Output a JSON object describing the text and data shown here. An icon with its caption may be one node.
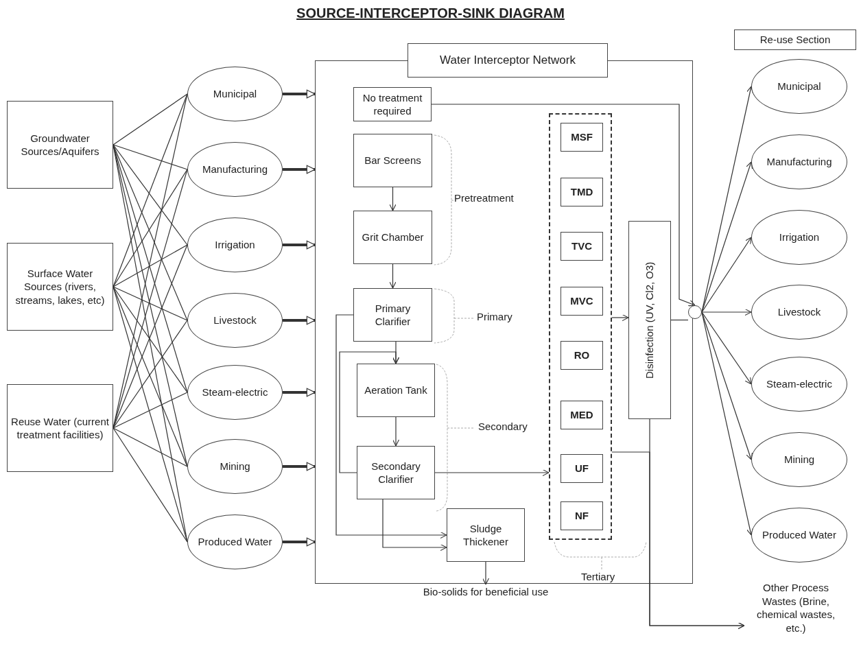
{
  "diagram": {
    "title": "SOURCE-INTERCEPTOR-SINK DIAGRAM",
    "nodes": [
      {
        "text": [
          "Groundwater Sources/Aquifers"
        ]
      },
      {
        "text": [
          "Surface Water Sources (rivers, streams, lakes, etc)"
        ]
      },
      {
        "text": [
          "Reuse Water (current treatment facilities)"
        ]
      },
      {
        "text": [
          "Municipal"
        ]
      },
      {
        "text": [
          "Manufacturing"
        ]
      },
      {
        "text": [
          "Irrigation"
        ]
      },
      {
        "text": [
          "Livestock"
        ]
      },
      {
        "text": [
          "Steam-electric"
        ]
      },
      {
        "text": [
          "Mining"
        ]
      },
      {
        "text": [
          "Produced Water"
        ]
      },
      {
        "text": [
          "Water Interceptor Network"
        ]
      },
      {
        "text": [
          "No treatment required"
        ],
        "in": 10
      },
      {
        "text": [
          "Bar Screens"
        ],
        "in": 10
      },
      {
        "text": [
          "Grit Chamber"
        ],
        "in": 10
      },
      {
        "text": [
          "Primary Clarifier"
        ],
        "in": 10
      },
      {
        "text": [
          "Aeration Tank"
        ],
        "in": 10
      },
      {
        "text": [
          "Secondary Clarifier"
        ],
        "in": 10
      },
      {
        "text": [
          "Sludge Thickener"
        ],
        "in": 10
      },
      {
        "text": [],
        "shape": "box",
        "in": 10
      },
      {
        "text": [
          "MSF"
        ],
        "in": 18
      },
      {
        "text": [
          "TMD"
        ],
        "in": 18
      },
      {
        "text": [
          "TVC"
        ],
        "in": 18
      },
      {
        "text": [
          "MVC"
        ],
        "in": 18
      },
      {
        "text": [
          "RO"
        ],
        "in": 18
      },
      {
        "text": [
          "MED"
        ],
        "in": 18
      },
      {
        "text": [
          "UF"
        ],
        "in": 18
      },
      {
        "text": [
          "NF"
        ],
        "in": 18
      },
      {
        "text": [
          "Disinfection (UV, Cl2, O3)"
        ],
        "in": 10
      },
      {
        "text": [],
        "shape": "circle"
      },
      {
        "text": [
          "Re-use Section"
        ]
      },
      {
        "text": [
          "Municipal"
        ]
      },
      {
        "text": [
          "Manufacturing"
        ]
      },
      {
        "text": [
          "Irrigation"
        ]
      },
      {
        "text": [
          "Livestock"
        ]
      },
      {
        "text": [
          "Steam-electric"
        ]
      },
      {
        "text": [
          "Mining"
        ]
      },
      {
        "text": [
          "Produced Water"
        ]
      },
      {
        "text": [
          "Bio-solids for beneficial use"
        ]
      },
      {
        "text": [
          "Other Process Wastes (Brine, chemical wastes, etc.)"
        ]
      }
    ],
    "edges": [
      {
        "from": 0,
        "to": 3,
        "arrow": "none"
      },
      {
        "from": 0,
        "to": 4,
        "arrow": "none"
      },
      {
        "from": 0,
        "to": 5,
        "arrow": "none"
      },
      {
        "from": 0,
        "to": 6,
        "arrow": "none"
      },
      {
        "from": 0,
        "to": 7,
        "arrow": "none"
      },
      {
        "from": 0,
        "to": 8,
        "arrow": "none"
      },
      {
        "from": 0,
        "to": 9,
        "arrow": "none"
      },
      {
        "from": 1,
        "to": 3,
        "arrow": "none"
      },
      {
        "from": 1,
        "to": 4,
        "arrow": "none"
      },
      {
        "from": 1,
        "to": 5,
        "arrow": "none"
      },
      {
        "from": 1,
        "to": 6,
        "arrow": "none"
      },
      {
        "from": 1,
        "to": 7,
        "arrow": "none"
      },
      {
        "from": 1,
        "to": 8,
        "arrow": "none"
      },
      {
        "from": 1,
        "to": 9,
        "arrow": "none"
      },
      {
        "from": 2,
        "to": 3,
        "arrow": "none"
      },
      {
        "from": 2,
        "to": 4,
        "arrow": "none"
      },
      {
        "from": 2,
        "to": 5,
        "arrow": "none"
      },
      {
        "from": 2,
        "to": 6,
        "arrow": "none"
      },
      {
        "from": 2,
        "to": 7,
        "arrow": "none"
      },
      {
        "from": 2,
        "to": 8,
        "arrow": "none"
      },
      {
        "from": 2,
        "to": 9,
        "arrow": "none"
      },
      {
        "from": 3,
        "to": 10,
        "arrow": "to",
        "style": "thick"
      },
      {
        "from": 4,
        "to": 10,
        "arrow": "to",
        "style": "thick"
      },
      {
        "from": 5,
        "to": 10,
        "arrow": "to",
        "style": "thick"
      },
      {
        "from": 6,
        "to": 10,
        "arrow": "to",
        "style": "thick"
      },
      {
        "from": 7,
        "to": 10,
        "arrow": "to",
        "style": "thick"
      },
      {
        "from": 8,
        "to": 10,
        "arrow": "to",
        "style": "thick"
      },
      {
        "from": 9,
        "to": 10,
        "arrow": "to",
        "style": "thick"
      },
      {
        "from": 11,
        "to": 28,
        "arrow": "to"
      },
      {
        "from": 12,
        "to": 13,
        "arrow": "to"
      },
      {
        "from": 13,
        "to": 14,
        "arrow": "to"
      },
      {
        "from": 14,
        "to": 15,
        "arrow": "to"
      },
      {
        "from": 15,
        "to": 16,
        "arrow": "to"
      },
      {
        "from": 16,
        "to": 15,
        "arrow": "to"
      },
      {
        "from": 14,
        "to": 17,
        "arrow": "to"
      },
      {
        "from": 16,
        "to": 17,
        "arrow": "to"
      },
      {
        "from": 16,
        "to": 18,
        "arrow": "to"
      },
      {
        "from": 18,
        "to": 27,
        "arrow": "to"
      },
      {
        "from": 27,
        "to": 28,
        "arrow": "none"
      },
      {
        "from": 28,
        "to": 30,
        "arrow": "to"
      },
      {
        "from": 28,
        "to": 31,
        "arrow": "to"
      },
      {
        "from": 28,
        "to": 32,
        "arrow": "to"
      },
      {
        "from": 28,
        "to": 33,
        "arrow": "to"
      },
      {
        "from": 28,
        "to": 34,
        "arrow": "to"
      },
      {
        "from": 28,
        "to": 35,
        "arrow": "to"
      },
      {
        "from": 28,
        "to": 36,
        "arrow": "to"
      },
      {
        "from": 17,
        "to": 37,
        "arrow": "to"
      },
      {
        "from": 18,
        "to": 38,
        "arrow": "to"
      },
      {
        "from": 27,
        "to": 38,
        "arrow": "to"
      }
    ],
    "labels": [
      "Pretreatment",
      "Primary",
      "Secondary",
      "Tertiary"
    ]
  }
}
